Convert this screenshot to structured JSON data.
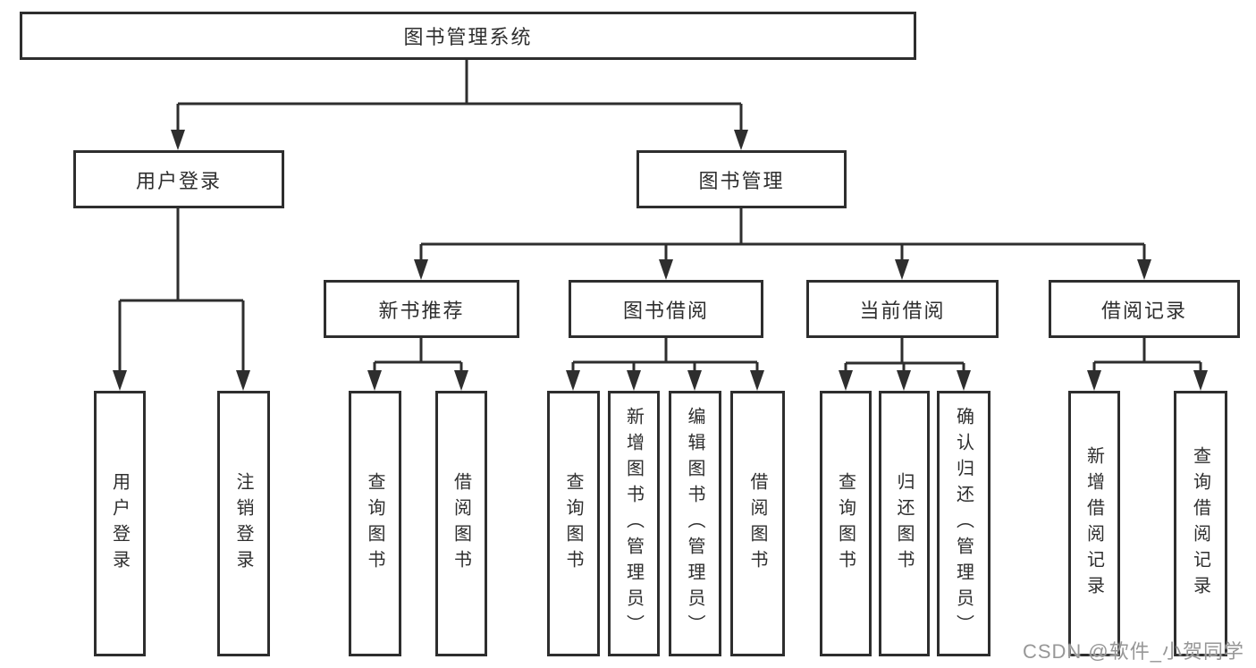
{
  "nodes": {
    "root": "图书管理系统",
    "user_login": "用户登录",
    "book_management": "图书管理",
    "new_book_recommend": "新书推荐",
    "book_borrowing": "图书借阅",
    "current_borrowing": "当前借阅",
    "borrowing_records": "借阅记录"
  },
  "leaves": [
    "用户登录",
    "注销登录",
    "查询图书",
    "借阅图书",
    "查询图书",
    "新增图书（管理员）",
    "编辑图书（管理员）",
    "借阅图书",
    "查询图书",
    "归还图书",
    "确认归还（管理员）",
    "新增借阅记录",
    "查询借阅记录"
  ],
  "watermark": "CSDN @软件_小贺同学",
  "colors": {
    "line": "#2e2e2e",
    "text": "#2e2e2e",
    "watermark": "#979797",
    "background": "#ffffff"
  }
}
